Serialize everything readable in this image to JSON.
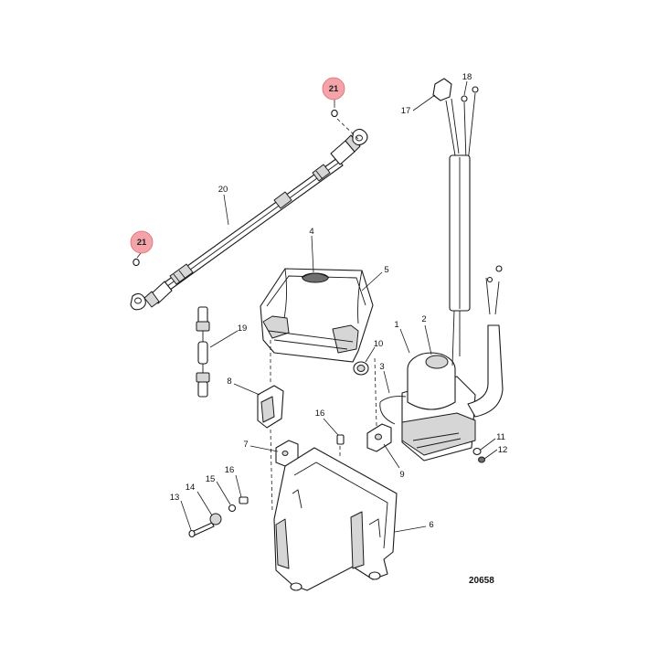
{
  "diagram": {
    "figure_number": "20658",
    "highlight_color": "#f4a3a8",
    "callouts": [
      {
        "id": "c1",
        "label": "1"
      },
      {
        "id": "c2",
        "label": "2"
      },
      {
        "id": "c3",
        "label": "3"
      },
      {
        "id": "c4",
        "label": "4"
      },
      {
        "id": "c5",
        "label": "5"
      },
      {
        "id": "c6",
        "label": "6"
      },
      {
        "id": "c7",
        "label": "7"
      },
      {
        "id": "c8",
        "label": "8"
      },
      {
        "id": "c9",
        "label": "9"
      },
      {
        "id": "c10",
        "label": "10"
      },
      {
        "id": "c11",
        "label": "11"
      },
      {
        "id": "c12",
        "label": "12"
      },
      {
        "id": "c13",
        "label": "13"
      },
      {
        "id": "c14",
        "label": "14"
      },
      {
        "id": "c15",
        "label": "15"
      },
      {
        "id": "c16a",
        "label": "16"
      },
      {
        "id": "c16b",
        "label": "16"
      },
      {
        "id": "c17",
        "label": "17"
      },
      {
        "id": "c18",
        "label": "18"
      },
      {
        "id": "c19",
        "label": "19"
      },
      {
        "id": "c20",
        "label": "20"
      },
      {
        "id": "c21a",
        "label": "21",
        "highlighted": true
      },
      {
        "id": "c21b",
        "label": "21",
        "highlighted": true
      }
    ]
  }
}
